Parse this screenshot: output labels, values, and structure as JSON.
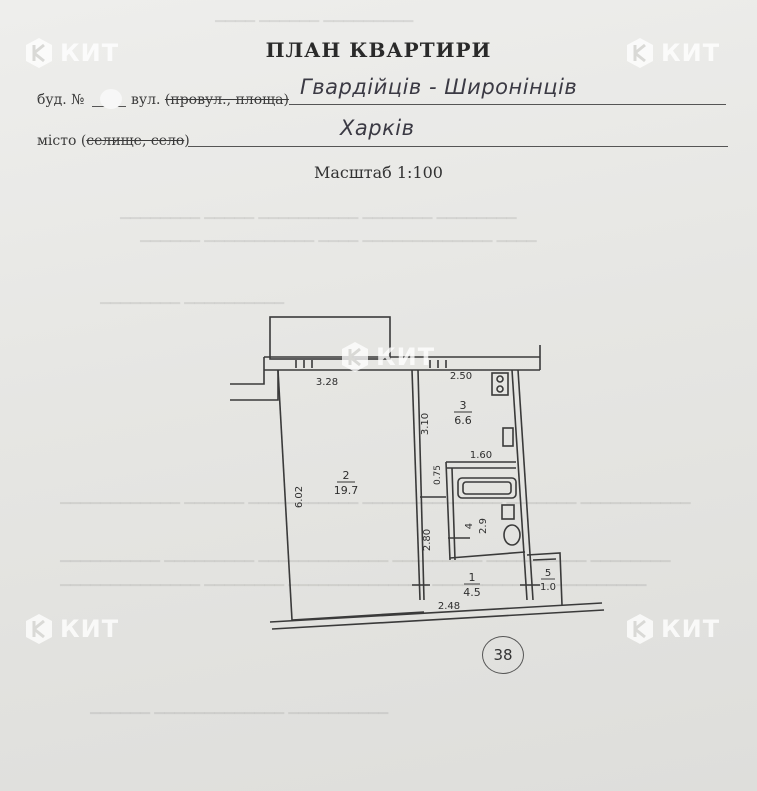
{
  "document": {
    "title": "ПЛАН КВАРТИРИ",
    "building_label": "буд. №",
    "street_label_prefix": "вул.",
    "street_label_struck": "(провул., площа)",
    "street_value": "Гвардійців - Широнінців",
    "city_label_prefix": "місто (",
    "city_label_struck": "селище, село",
    "city_label_suffix": ")",
    "city_value": "Харків",
    "scale": "Масштаб 1:100",
    "page_number": "38"
  },
  "watermark": {
    "text": "КИТ",
    "color": "#ffffff"
  },
  "plan": {
    "rooms": [
      {
        "number": "2",
        "area": "19.7"
      },
      {
        "number": "3",
        "area": "6.6"
      },
      {
        "number": "4",
        "area": "2.9"
      },
      {
        "number": "1",
        "area": "4.5"
      },
      {
        "number": "5",
        "area": "1.0"
      }
    ],
    "dimensions": {
      "room2_width": "3.28",
      "room2_length": "6.02",
      "kitchen_width": "2.50",
      "kitchen_length": "3.10",
      "bath_width": "1.60",
      "bath_gap": "0.75",
      "hall_length": "2.80",
      "hall_width": "2.48"
    }
  }
}
